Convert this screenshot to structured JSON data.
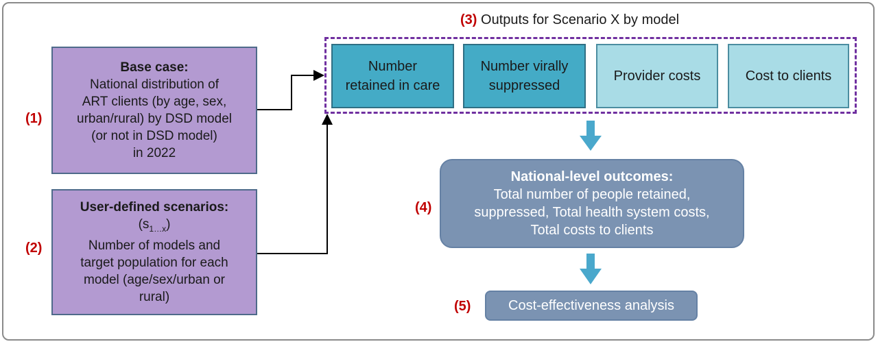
{
  "labels": {
    "n1": "(1)",
    "n2": "(2)",
    "n3": "(3)",
    "n4": "(4)",
    "n5": "(5)"
  },
  "base_case": {
    "title": "Base case:",
    "lines": [
      "National distribution of",
      "ART clients (by age, sex,",
      "urban/rural) by DSD model",
      "(or not in DSD model)",
      "in 2022"
    ]
  },
  "user_scenarios": {
    "title": "User-defined scenarios:",
    "sym_main": "(s",
    "sym_sub": "1…x",
    "sym_close": ")",
    "lines": [
      "Number of models and",
      "target population for each",
      "model (age/sex/urban or",
      "rural)"
    ]
  },
  "outputs": {
    "title": "Outputs for Scenario X by model",
    "boxes": [
      {
        "lines": [
          "Number",
          "retained in care"
        ]
      },
      {
        "lines": [
          "Number virally",
          "suppressed"
        ]
      },
      {
        "lines": [
          "Provider costs"
        ]
      },
      {
        "lines": [
          "Cost to clients"
        ]
      }
    ]
  },
  "national": {
    "title": "National-level outcomes:",
    "lines": [
      "Total number of people retained,",
      "suppressed, Total health system costs,",
      "Total costs to clients"
    ]
  },
  "cea": {
    "label": "Cost-effectiveness analysis"
  },
  "colors": {
    "purple": "#b39ad1",
    "teal_dark": "#44abc6",
    "teal_light": "#a9dce6",
    "grey_blue": "#7b93b2",
    "arrow": "#4aa8cc",
    "dashed": "#7030a0",
    "red": "#c00000"
  }
}
